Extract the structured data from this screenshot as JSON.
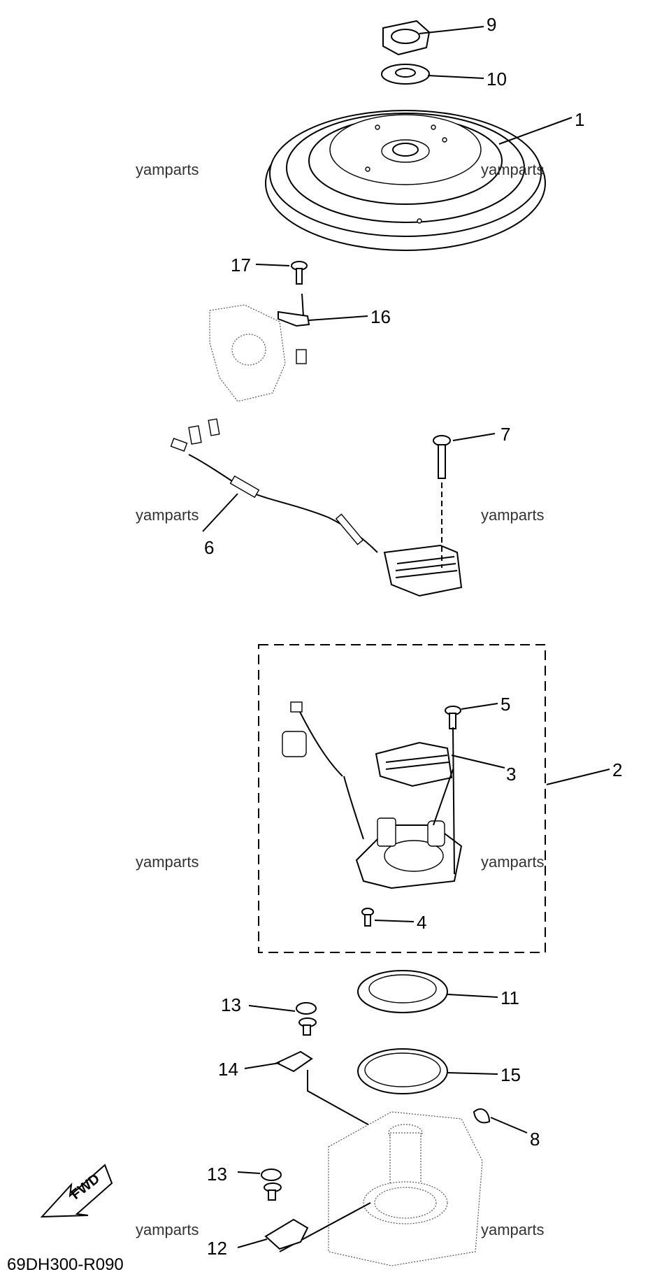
{
  "diagram": {
    "part_code": "69DH300-R090",
    "watermark": "yamparts",
    "fwd_label": "FWD",
    "callouts": {
      "c1": "1",
      "c2": "2",
      "c3": "3",
      "c4": "4",
      "c5": "5",
      "c6": "6",
      "c7": "7",
      "c8": "8",
      "c9": "9",
      "c10": "10",
      "c11": "11",
      "c12": "12",
      "c13a": "13",
      "c13b": "13",
      "c14": "14",
      "c15": "15",
      "c16": "16",
      "c17": "17"
    }
  }
}
